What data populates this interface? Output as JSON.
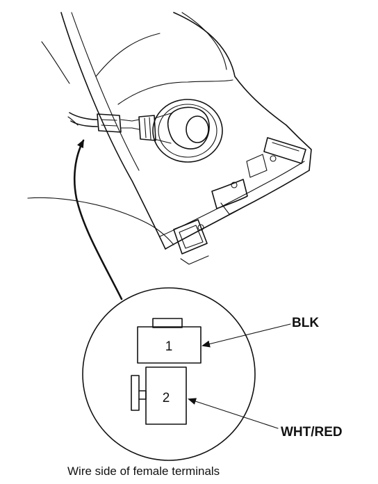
{
  "diagram": {
    "connector_view": {
      "pins": [
        {
          "number": "1",
          "wire_color": "BLK"
        },
        {
          "number": "2",
          "wire_color": "WHT/RED"
        }
      ]
    },
    "caption": "Wire side of female terminals"
  }
}
